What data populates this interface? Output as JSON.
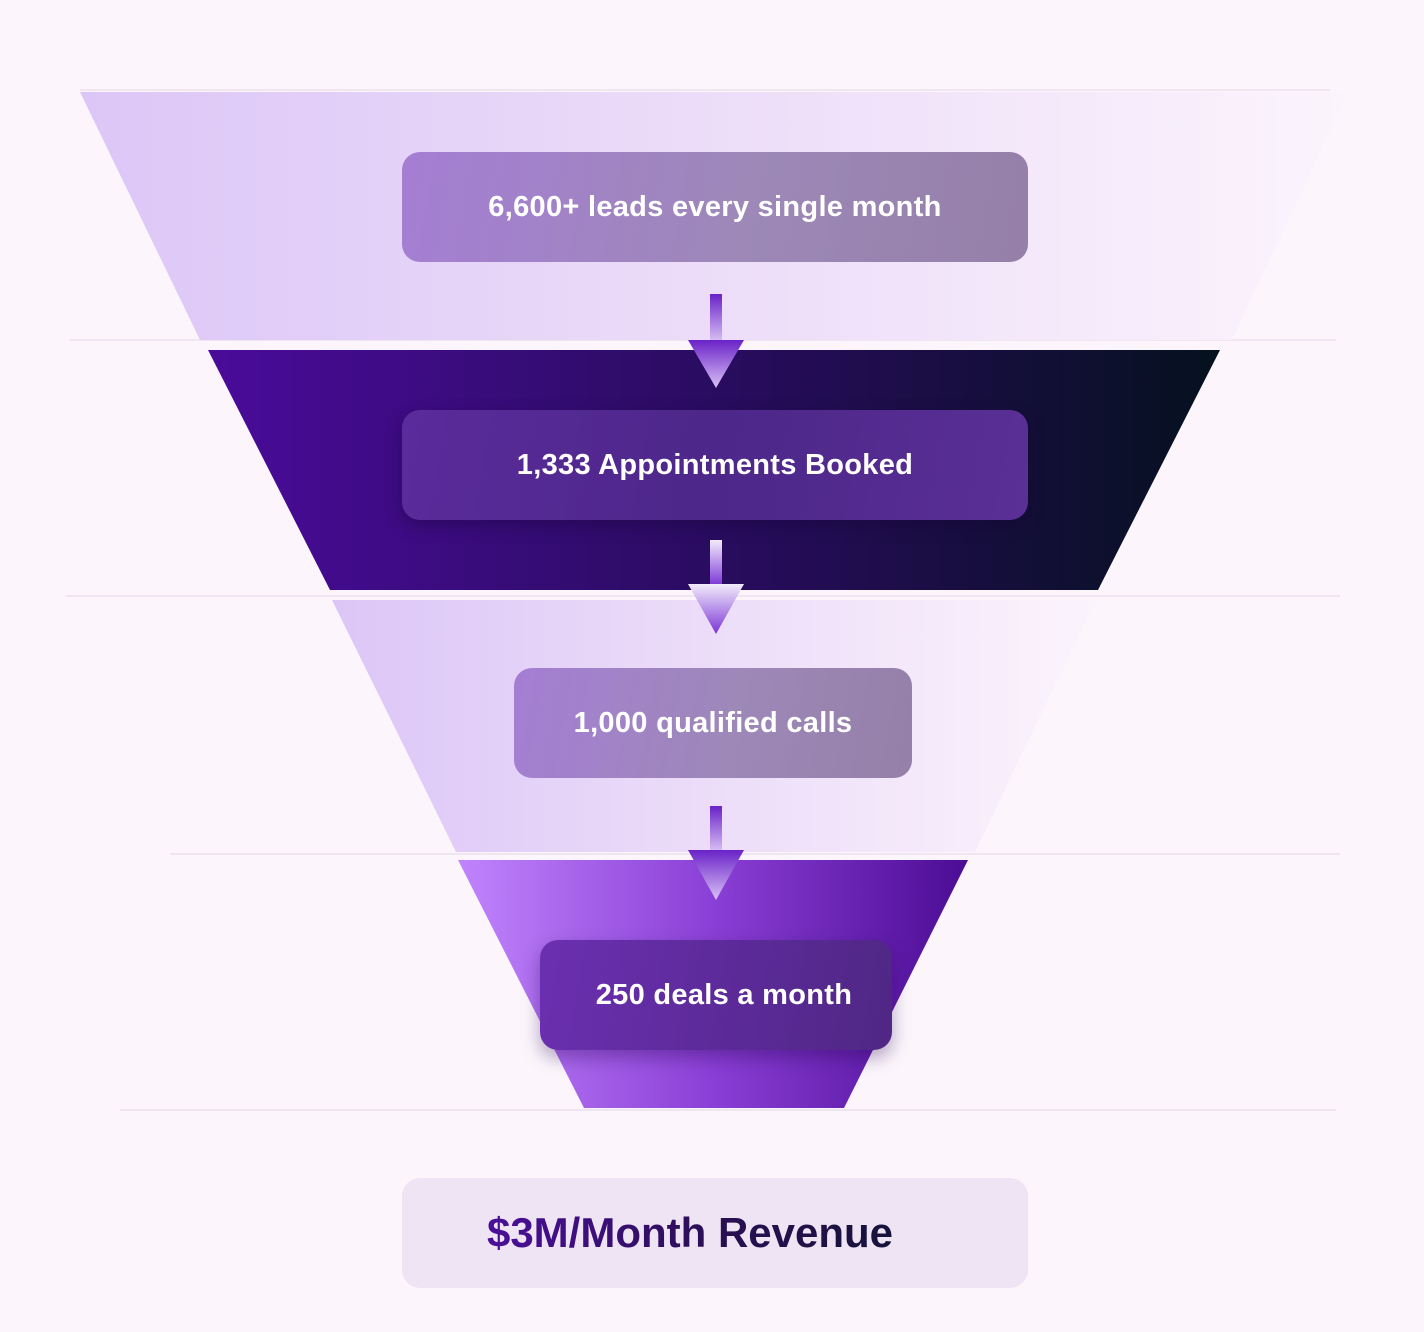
{
  "stages": [
    {
      "label": "6,600+ leads every single month"
    },
    {
      "label": "1,333 Appointments Booked"
    },
    {
      "label": "1,000 qualified calls"
    },
    {
      "label": "250 deals a month"
    }
  ],
  "result": {
    "label": "$3M/Month Revenue"
  },
  "colors": {
    "background": "#fcf6fc",
    "light_band": "#dcc6f7",
    "dark_band": "#3f0a8a",
    "dark_band_end": "#06101f",
    "bottom_band": "#bb7cf8",
    "accent": "#7a3fd0",
    "result_text": "#3a0f7a"
  }
}
